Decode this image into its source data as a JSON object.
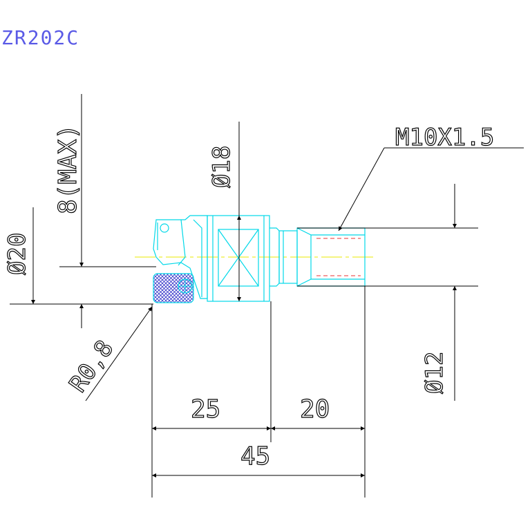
{
  "title": "ZR202C",
  "dimensions": {
    "max_depth": "8(MAX)",
    "shank_dia": "Ø20",
    "hex_dia": "Ø18",
    "thread": "M10X1.5",
    "radius": "R0,8",
    "neck_dia": "Ø12",
    "len_a": "25",
    "len_b": "20",
    "len_total": "45"
  },
  "colors": {
    "background": "#ffffff",
    "outline": "#00d8e8",
    "dimension": "#000000",
    "centerline": "#e8e800",
    "thread": "#e83030",
    "insert_hatch": "#3030c8",
    "title": "#5a5ae6"
  }
}
